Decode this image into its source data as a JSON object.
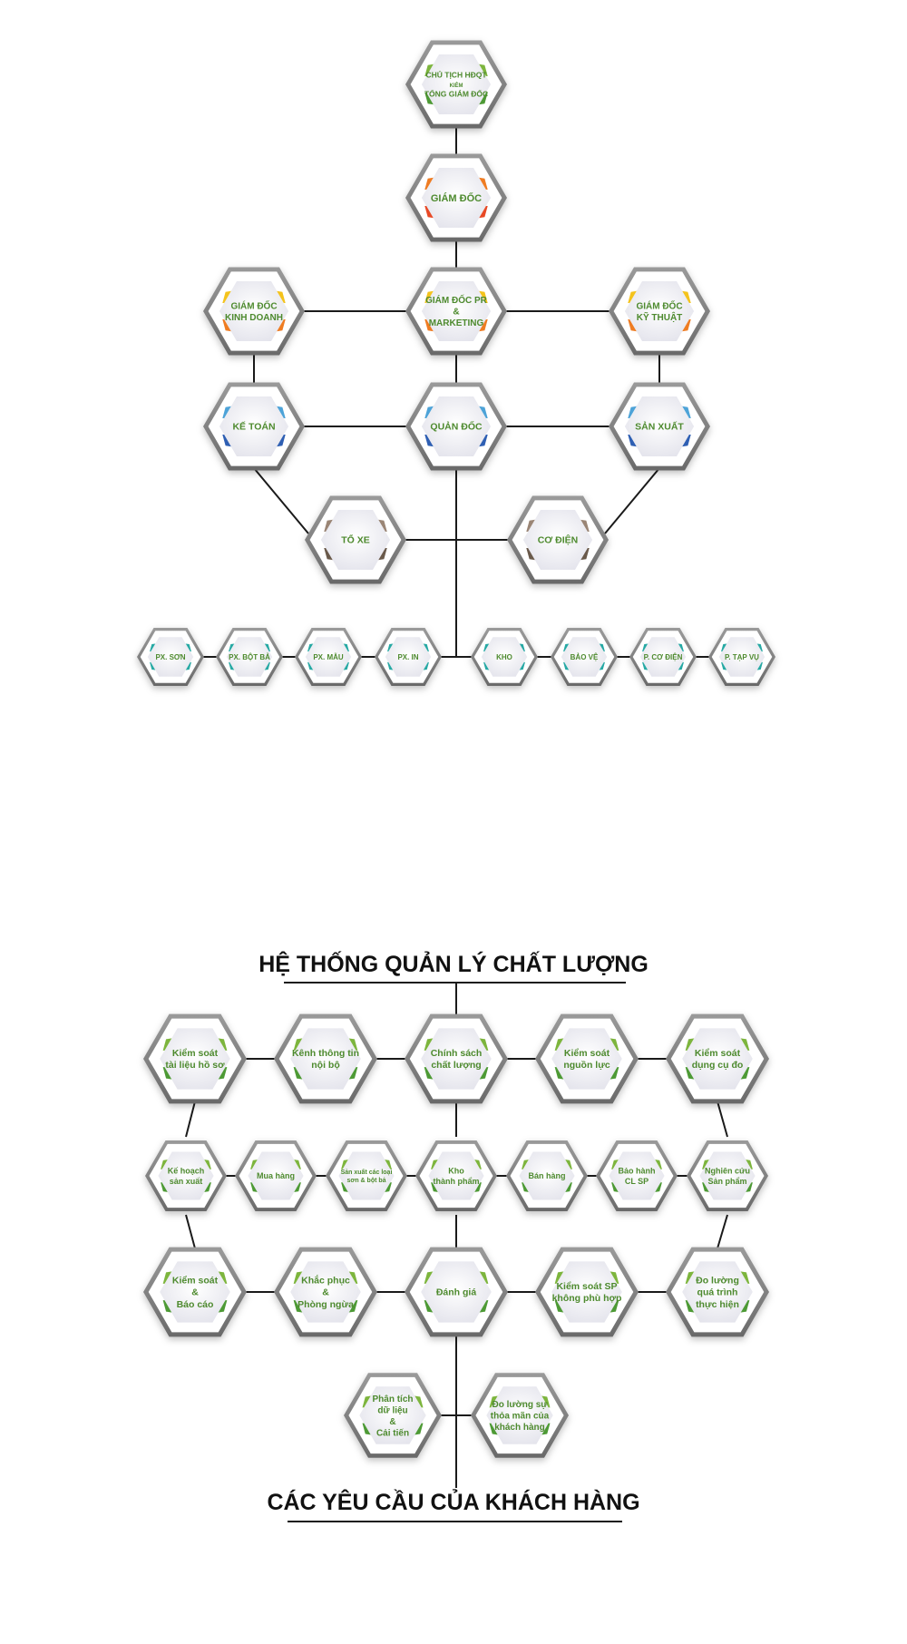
{
  "org_chart": {
    "nodes": {
      "ceo": {
        "lines": [
          "CHỦ TỊCH HĐQT",
          "KIÊM",
          "TỔNG GIÁM ĐỐC"
        ],
        "top": "#7db53c",
        "bottom": "#4e9a34"
      },
      "gd": {
        "lines": [
          "GIÁM ĐỐC"
        ],
        "top": "#ef7b22",
        "bottom": "#e84a25"
      },
      "gdkd": {
        "lines": [
          "GIÁM ĐỐC",
          "KINH DOANH"
        ],
        "top": "#f4c31c",
        "bottom": "#ef7b22"
      },
      "gdpr": {
        "lines": [
          "GIÁM ĐỐC PR",
          "&",
          "MARKETING"
        ],
        "top": "#f4c31c",
        "bottom": "#ef7b22"
      },
      "gdkt": {
        "lines": [
          "GIÁM ĐỐC",
          "KỸ THUẬT"
        ],
        "top": "#f4c31c",
        "bottom": "#ef7b22"
      },
      "ketoan": {
        "lines": [
          "KẾ TOÁN"
        ],
        "top": "#4ea3d8",
        "bottom": "#2f5fb3"
      },
      "quandoc": {
        "lines": [
          "QUẢN ĐỐC"
        ],
        "top": "#4ea3d8",
        "bottom": "#2f5fb3"
      },
      "sanxuat": {
        "lines": [
          "SẢN XUẤT"
        ],
        "top": "#4ea3d8",
        "bottom": "#2f5fb3"
      },
      "toxe": {
        "lines": [
          "TỔ XE"
        ],
        "top": "#9a8574",
        "bottom": "#6b5a4c"
      },
      "codien": {
        "lines": [
          "CƠ ĐIỆN"
        ],
        "top": "#9a8574",
        "bottom": "#6b5a4c"
      },
      "pxson": {
        "lines": [
          "PX. SƠN"
        ],
        "top": "#27a9a4",
        "bottom": "#27a9a4"
      },
      "pxbotba": {
        "lines": [
          "PX. BỘT BẢ"
        ],
        "top": "#27a9a4",
        "bottom": "#27a9a4"
      },
      "pxmau": {
        "lines": [
          "PX. MẪU"
        ],
        "top": "#27a9a4",
        "bottom": "#27a9a4"
      },
      "pxin": {
        "lines": [
          "PX. IN"
        ],
        "top": "#27a9a4",
        "bottom": "#27a9a4"
      },
      "kho": {
        "lines": [
          "KHO"
        ],
        "top": "#27a9a4",
        "bottom": "#27a9a4"
      },
      "baove": {
        "lines": [
          "BẢO VỆ"
        ],
        "top": "#27a9a4",
        "bottom": "#27a9a4"
      },
      "pcodien": {
        "lines": [
          "P. CƠ ĐIỆN"
        ],
        "top": "#27a9a4",
        "bottom": "#27a9a4"
      },
      "ptapvu": {
        "lines": [
          "P. TẠP VỤ"
        ],
        "top": "#27a9a4",
        "bottom": "#27a9a4"
      }
    }
  },
  "qms": {
    "title": "HỆ THỐNG QUẢN LÝ CHẤT LƯỢNG",
    "footer": "CÁC YÊU CẦU CỦA KHÁCH HÀNG",
    "nodes": {
      "ks_tailieu": {
        "lines": [
          "Kiểm soát",
          "tài liệu hồ sơ"
        ]
      },
      "kenh": {
        "lines": [
          "Kênh thông tin",
          "nội bộ"
        ]
      },
      "chinhsach": {
        "lines": [
          "Chính sách",
          "chất lượng"
        ]
      },
      "ks_nguonluc": {
        "lines": [
          "Kiểm soát",
          "nguồn lực"
        ]
      },
      "ks_dungcu": {
        "lines": [
          "Kiểm soát",
          "dụng cụ đo"
        ]
      },
      "kehoach": {
        "lines": [
          "Kế hoạch",
          "sản xuất"
        ]
      },
      "muahang": {
        "lines": [
          "Mua hàng"
        ]
      },
      "sx_loai": {
        "lines": [
          "Sản xuất các loại",
          "sơn & bột bả"
        ]
      },
      "kho_tp": {
        "lines": [
          "Kho",
          "thành phẩm"
        ]
      },
      "banhang": {
        "lines": [
          "Bán hàng"
        ]
      },
      "baohanh": {
        "lines": [
          "Bảo hành",
          "CL SP"
        ]
      },
      "nghiencuu": {
        "lines": [
          "Nghiên cứu",
          "Sản phẩm"
        ]
      },
      "ks_baocao": {
        "lines": [
          "Kiểm soát",
          "&",
          "Báo cáo"
        ]
      },
      "khacphuc": {
        "lines": [
          "Khắc phục",
          "&",
          "Phòng ngừa"
        ]
      },
      "danhgia": {
        "lines": [
          "Đánh giá"
        ]
      },
      "ks_sp": {
        "lines": [
          "Kiểm soát SP",
          "không phù hợp"
        ]
      },
      "doluong_qt": {
        "lines": [
          "Đo lường",
          "quá trình",
          "thực hiện"
        ]
      },
      "phantich": {
        "lines": [
          "Phân tích",
          "dữ liệu",
          "&",
          "Cải tiến"
        ]
      },
      "doluong_kh": {
        "lines": [
          "Đo lường sự",
          "thỏa mãn của",
          "khách hàng"
        ]
      }
    },
    "band_top": "#7db53c",
    "band_bottom": "#4e9a34"
  },
  "colors": {
    "hex_outer": "#808080",
    "hex_inner": "#f0f0f5",
    "label_org": "#4e8a2e",
    "label_qms": "#4e8a2e",
    "line": "#1a1a1a"
  }
}
